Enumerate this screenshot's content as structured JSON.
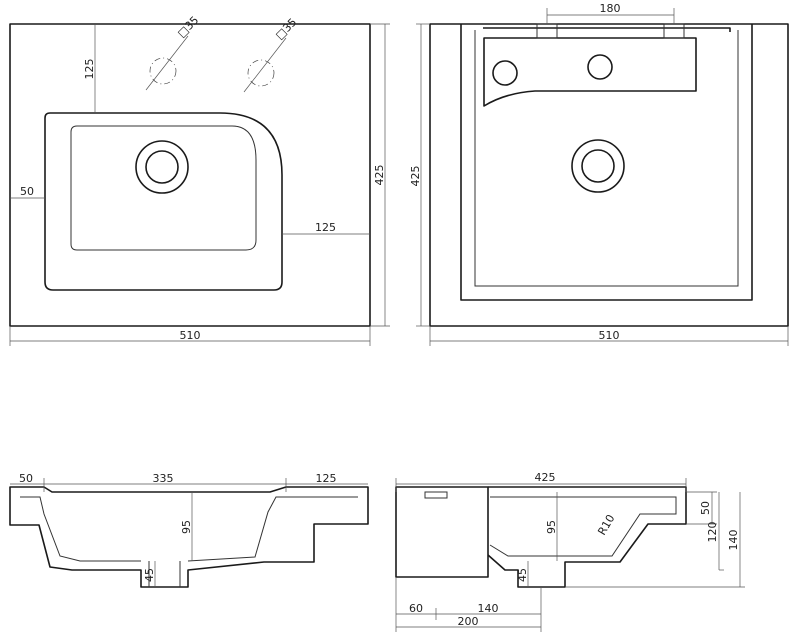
{
  "top_view": {
    "dim_width": "510",
    "dim_depth": "425",
    "dim_tap_offset": "125",
    "dim_left_rim": "50",
    "dim_right_shelf": "125",
    "hole_1": "□35",
    "hole_2": "□35"
  },
  "bottom_view": {
    "dim_width": "510",
    "dim_depth": "425",
    "dim_tap_spacing": "180"
  },
  "front_section": {
    "dim_left_rim": "50",
    "dim_bowl": "335",
    "dim_right_shelf": "125",
    "dim_bowl_depth": "95",
    "dim_drain": "45"
  },
  "side_section": {
    "dim_depth": "425",
    "dim_bowl_depth": "95",
    "dim_radius": "R10",
    "dim_drain": "45",
    "dim_h50": "50",
    "dim_h120": "120",
    "dim_h140": "140",
    "dim_60": "60",
    "dim_140": "140",
    "dim_200": "200"
  }
}
